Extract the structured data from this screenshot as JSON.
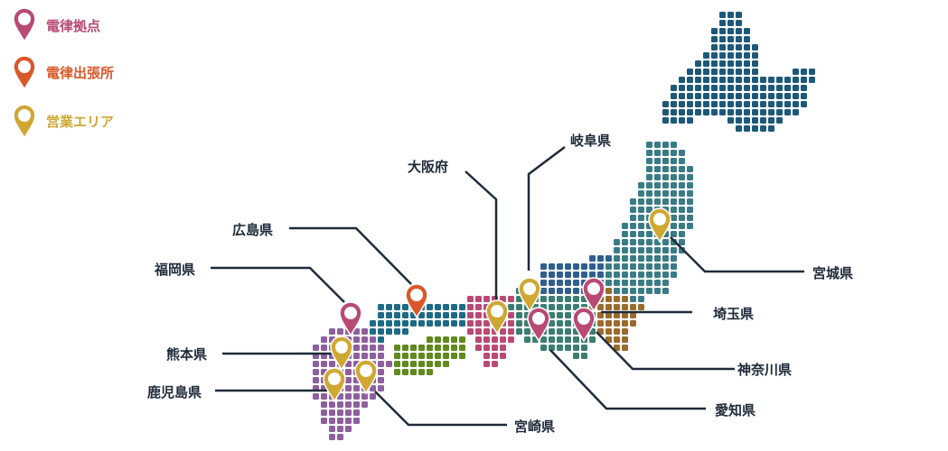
{
  "legend": {
    "items": [
      {
        "label": "電律拠点",
        "color": "#b84a73"
      },
      {
        "label": "電律出張所",
        "color": "#d9582a"
      },
      {
        "label": "営業エリア",
        "color": "#cfa733"
      }
    ]
  },
  "prefectures": {
    "osaka": "大阪府",
    "gifu": "岐阜県",
    "hiroshima": "広島県",
    "fukuoka": "福岡県",
    "kumamoto": "熊本県",
    "kagoshima": "鹿児島県",
    "miyazaki": "宮崎県",
    "miyagi": "宮城県",
    "saitama": "埼玉県",
    "kanagawa": "神奈川県",
    "aichi": "愛知県"
  },
  "colors": {
    "hokkaido": "#1d5879",
    "tohoku": "#3a7b86",
    "kanto": "#9b6b2c",
    "chubu": "#3c7d73",
    "chubu_north": "#2f5f8f",
    "kinki": "#b84a73",
    "chugoku": "#1d6a86",
    "shikoku": "#5e8a1e",
    "kyushu": "#8e5f9e",
    "line": "#1f2a3a"
  }
}
